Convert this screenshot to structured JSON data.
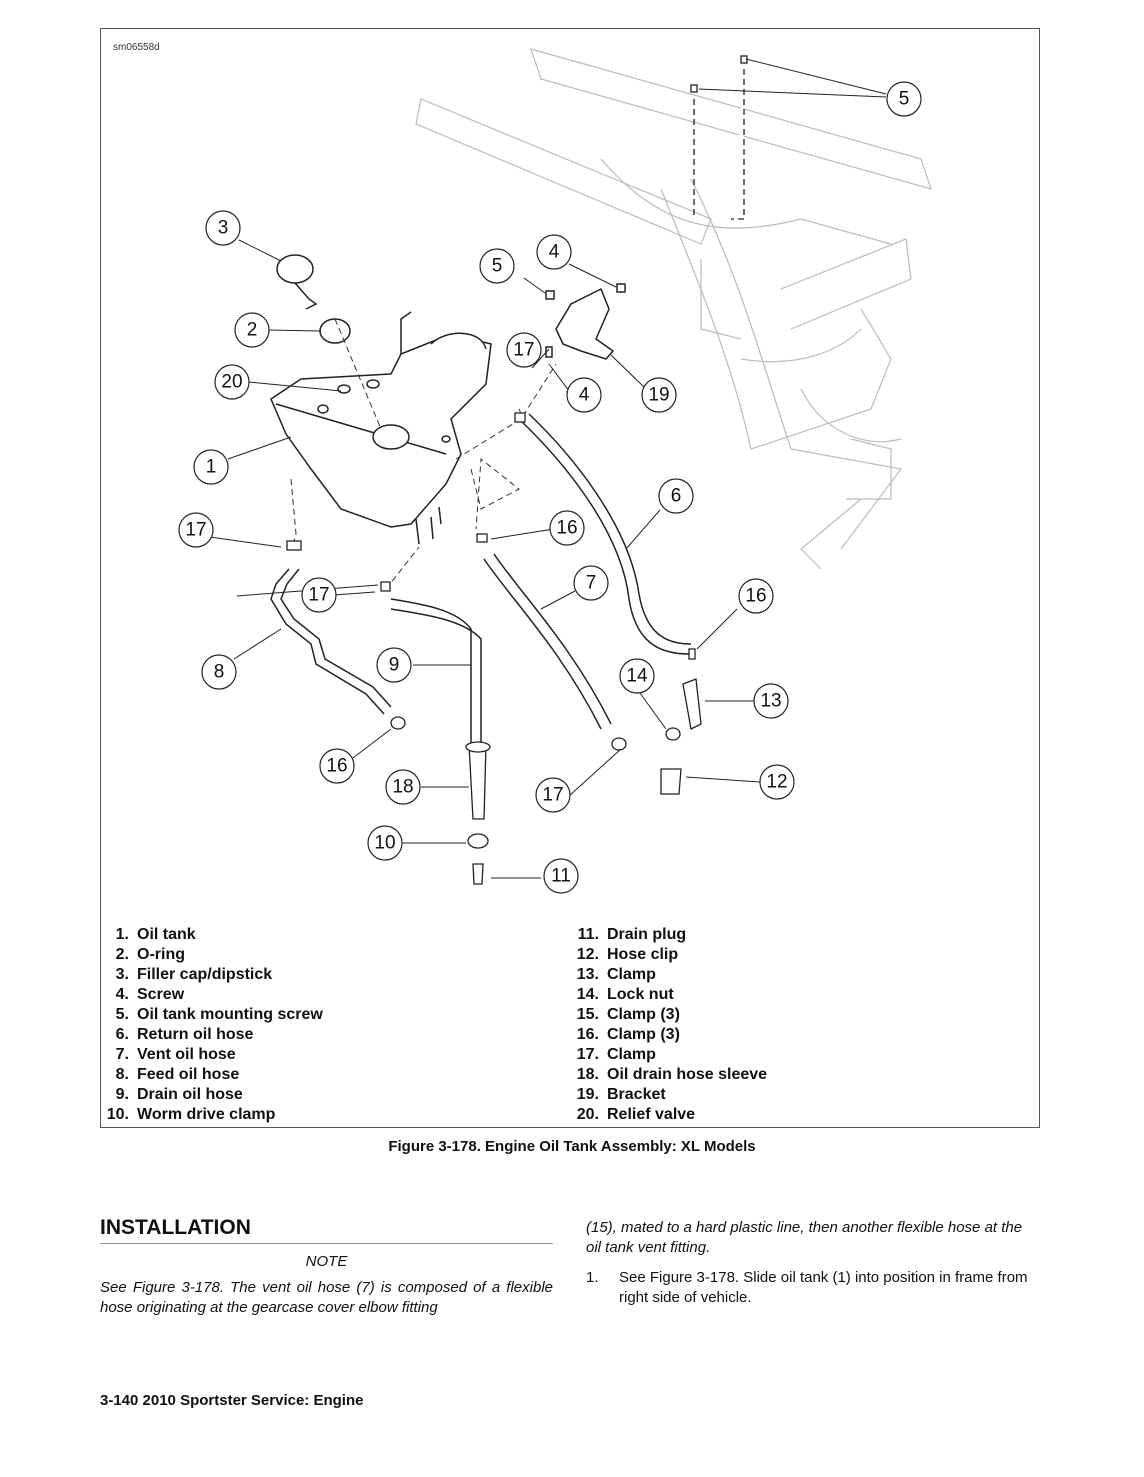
{
  "figure": {
    "id_label": "sm06558d",
    "caption": "Figure 3-178. Engine Oil Tank Assembly: XL Models",
    "callouts": [
      "1",
      "2",
      "3",
      "4",
      "4",
      "5",
      "5",
      "6",
      "7",
      "8",
      "9",
      "10",
      "11",
      "12",
      "13",
      "14",
      "16",
      "16",
      "16",
      "17",
      "17",
      "17",
      "17",
      "18",
      "19",
      "20"
    ]
  },
  "legend": {
    "left": [
      {
        "num": "1.",
        "label": "Oil tank"
      },
      {
        "num": "2.",
        "label": "O-ring"
      },
      {
        "num": "3.",
        "label": "Filler cap/dipstick"
      },
      {
        "num": "4.",
        "label": "Screw"
      },
      {
        "num": "5.",
        "label": "Oil tank mounting screw"
      },
      {
        "num": "6.",
        "label": "Return oil hose"
      },
      {
        "num": "7.",
        "label": "Vent oil hose"
      },
      {
        "num": "8.",
        "label": "Feed oil hose"
      },
      {
        "num": "9.",
        "label": "Drain oil hose"
      },
      {
        "num": "10.",
        "label": "Worm drive clamp"
      }
    ],
    "right": [
      {
        "num": "11.",
        "label": "Drain plug"
      },
      {
        "num": "12.",
        "label": "Hose clip"
      },
      {
        "num": "13.",
        "label": "Clamp"
      },
      {
        "num": "14.",
        "label": "Lock nut"
      },
      {
        "num": "15.",
        "label": "Clamp (3)"
      },
      {
        "num": "16.",
        "label": "Clamp (3)"
      },
      {
        "num": "17.",
        "label": "Clamp"
      },
      {
        "num": "18.",
        "label": "Oil drain hose sleeve"
      },
      {
        "num": "19.",
        "label": "Bracket"
      },
      {
        "num": "20.",
        "label": "Relief valve"
      }
    ]
  },
  "installation": {
    "title": "INSTALLATION",
    "note_title": "NOTE",
    "note_body": "See Figure 3-178. The vent oil hose (7) is composed of a flexible hose originating at the gearcase cover elbow fitting",
    "continued": "(15), mated to a hard plastic line, then another flexible hose at the oil tank vent fitting.",
    "step1_num": "1.",
    "step1_text": "See Figure 3-178. Slide oil tank (1) into position in frame from right side of vehicle."
  },
  "footer": "3-140  2010 Sportster Service: Engine"
}
